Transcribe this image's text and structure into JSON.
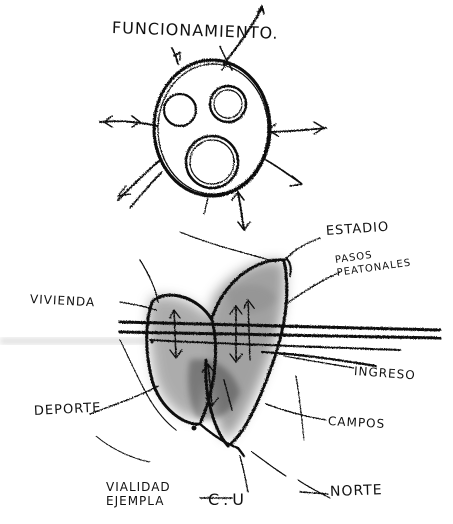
{
  "diagram": {
    "title": "FUNCIONAMIENTO.",
    "labels": {
      "estadio": "ESTADIO",
      "pasos_peatonales": "PASOS PEATONALES",
      "vivienda": "VIVIENDA",
      "ingreso": "INGRESO",
      "deporte": "DEPORTE",
      "campos": "CAMPOS",
      "vialidad": "VIALIDAD EJEMPLA",
      "cu": "C.U",
      "norte": "NORTE"
    }
  }
}
